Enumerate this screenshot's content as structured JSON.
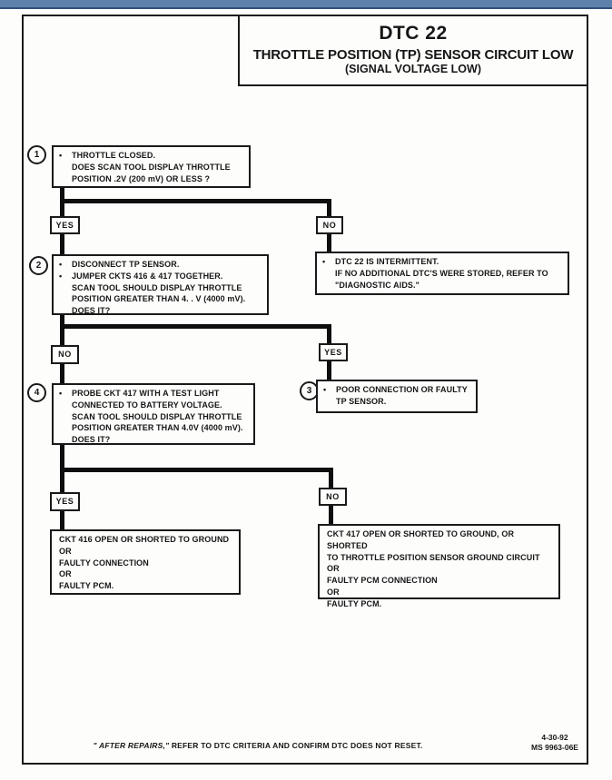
{
  "colors": {
    "top_bar": "#5d81ab",
    "top_bar_edge": "#2f4f7a",
    "ink": "#1a1a1a"
  },
  "header": {
    "code": "DTC 22",
    "title": "THROTTLE POSITION (TP) SENSOR CIRCUIT LOW",
    "subtitle": "(SIGNAL VOLTAGE LOW)"
  },
  "labels": {
    "yes": "YES",
    "no": "NO"
  },
  "steps": {
    "s1": {
      "num": "1",
      "rows": [
        {
          "b": "•",
          "t": "THROTTLE CLOSED."
        },
        {
          "b": "",
          "t": "DOES  SCAN TOOL DISPLAY THROTTLE"
        },
        {
          "b": "",
          "t": "POSITION  .2V (200 mV) OR LESS ?"
        }
      ]
    },
    "s2": {
      "num": "2",
      "rows": [
        {
          "b": "•",
          "t": "DISCONNECT TP SENSOR."
        },
        {
          "b": "•",
          "t": "JUMPER CKTS 416 & 417 TOGETHER."
        },
        {
          "b": "",
          "t": "SCAN TOOL SHOULD DISPLAY THROTTLE"
        },
        {
          "b": "",
          "t": "POSITION GREATER THAN  4. . V (4000 mV)."
        },
        {
          "b": "",
          "t": "DOES IT?"
        }
      ]
    },
    "intermittent": {
      "rows": [
        {
          "b": "•",
          "t": "DTC 22 IS INTERMITTENT."
        },
        {
          "b": "",
          "t": "IF NO ADDITIONAL DTC'S WERE STORED, REFER  TO"
        },
        {
          "b": "",
          "t": "\"DIAGNOSTIC AIDS.\""
        }
      ]
    },
    "s4": {
      "num": "4",
      "rows": [
        {
          "b": "•",
          "t": "PROBE CKT 417 WITH A TEST LIGHT"
        },
        {
          "b": "",
          "t": "CONNECTED TO BATTERY VOLTAGE."
        },
        {
          "b": "",
          "t": "SCAN TOOL SHOULD DISPLAY THROTTLE"
        },
        {
          "b": "",
          "t": "POSITION GREATER THAN 4.0V (4000 mV)."
        },
        {
          "b": "",
          "t": "DOES IT?"
        }
      ]
    },
    "s3": {
      "num": "3",
      "rows": [
        {
          "b": "•",
          "t": "POOR CONNECTION OR FAULTY"
        },
        {
          "b": "",
          "t": "TP SENSOR."
        }
      ]
    },
    "result_left": {
      "rows": [
        {
          "b": "",
          "t": "CKT 416 OPEN OR SHORTED TO GROUND"
        },
        {
          "b": "",
          "t": "OR"
        },
        {
          "b": "",
          "t": "FAULTY CONNECTION"
        },
        {
          "b": "",
          "t": "OR"
        },
        {
          "b": "",
          "t": "FAULTY PCM."
        }
      ]
    },
    "result_right": {
      "rows": [
        {
          "b": "",
          "t": "CKT 417 OPEN OR SHORTED TO GROUND, OR SHORTED"
        },
        {
          "b": "",
          "t": "TO THROTTLE POSITION SENSOR GROUND CIRCUIT"
        },
        {
          "b": "",
          "t": "OR"
        },
        {
          "b": "",
          "t": "FAULTY PCM CONNECTION"
        },
        {
          "b": "",
          "t": "OR"
        },
        {
          "b": "",
          "t": "FAULTY PCM."
        }
      ]
    }
  },
  "footer": {
    "note_italic": "\" AFTER REPAIRS,\"",
    "note_rest": " REFER TO DTC CRITERIA  AND CONFIRM DTC DOES NOT RESET.",
    "date": "4-30-92",
    "doc_id": "MS 9963-06E"
  }
}
